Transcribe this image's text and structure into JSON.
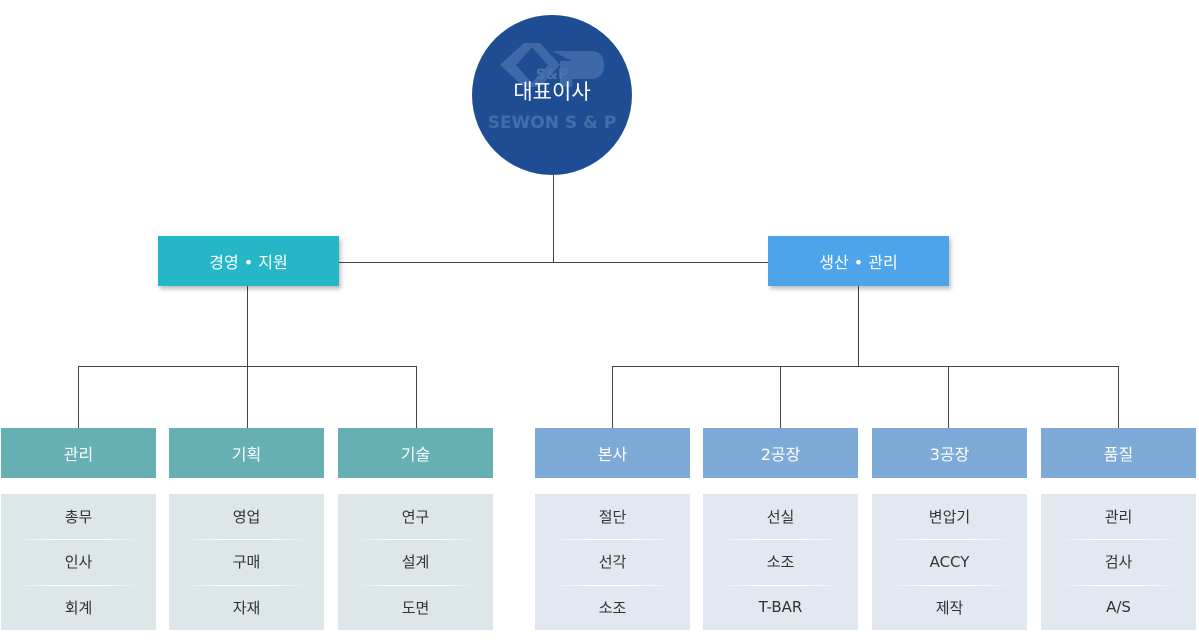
{
  "ceo": {
    "title": "대표이사",
    "logo_text": "SEWON S & P",
    "logo_mark": "S&P"
  },
  "divisions": [
    {
      "label": "경영 • 지원",
      "color": "#25b7c8",
      "departments": [
        {
          "label": "관리",
          "items": [
            "총무",
            "인사",
            "회계"
          ]
        },
        {
          "label": "기획",
          "items": [
            "영업",
            "구매",
            "자재"
          ]
        },
        {
          "label": "기술",
          "items": [
            "연구",
            "설계",
            "도면"
          ]
        }
      ]
    },
    {
      "label": "생산 • 관리",
      "color": "#4ea4ea",
      "departments": [
        {
          "label": "본사",
          "items": [
            "절단",
            "선각",
            "소조"
          ]
        },
        {
          "label": "2공장",
          "items": [
            "선실",
            "소조",
            "T-BAR"
          ]
        },
        {
          "label": "3공장",
          "items": [
            "변압기",
            "ACCY",
            "제작"
          ]
        },
        {
          "label": "품질",
          "items": [
            "관리",
            "검사",
            "A/S"
          ]
        }
      ]
    }
  ],
  "colors": {
    "ceo": "#1f4d94",
    "dept_teal": "#66b0b3",
    "dept_blue": "#7daad6",
    "sub_teal": "#dde6e8",
    "sub_blue": "#e1e8f0",
    "connector": "#444444"
  }
}
